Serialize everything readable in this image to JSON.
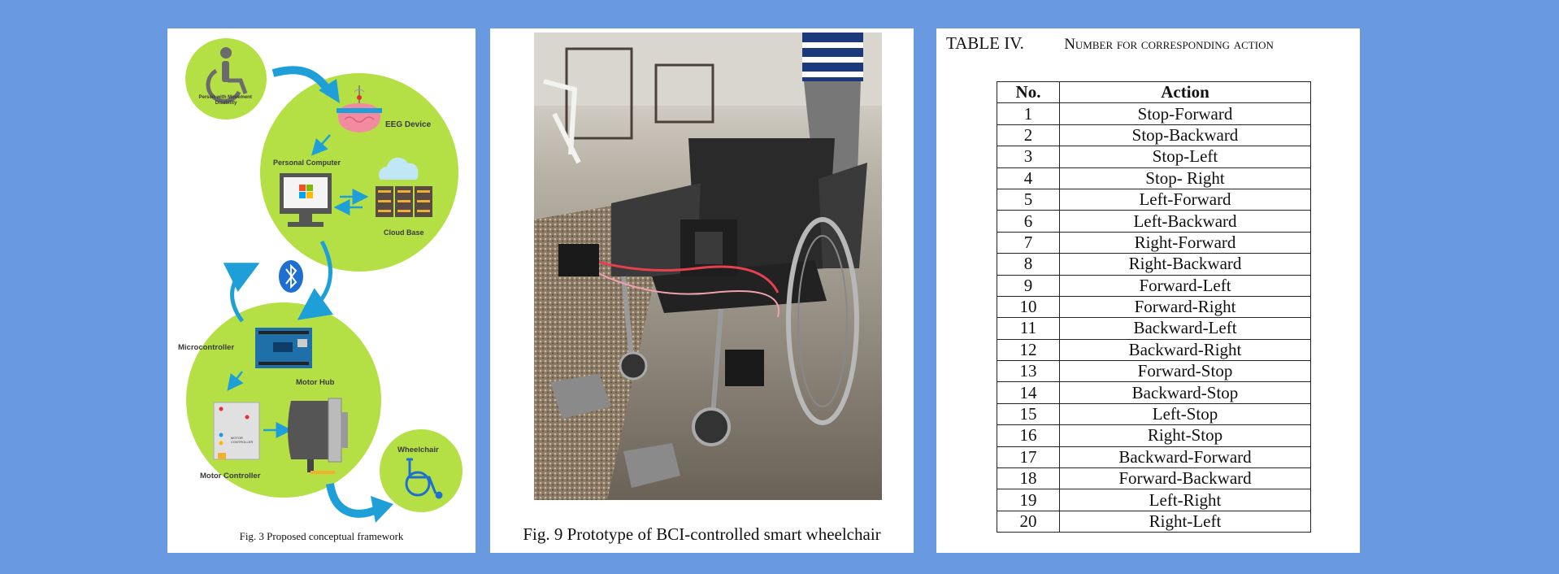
{
  "figure1": {
    "caption": "Fig. 3 Proposed conceptual framework",
    "labels": {
      "person": [
        "Person with Movement",
        "Disability"
      ],
      "eeg": "EEG Device",
      "pc": "Personal Computer",
      "cloud": "Cloud Base",
      "micro": "Microcontroller",
      "hub": "Motor Hub",
      "controller": "Motor Controller",
      "wheelchair": "Wheelchair",
      "controller_box": [
        "MOTOR",
        "CONTROLLER"
      ]
    },
    "colors": {
      "circle": "#b5e045",
      "arrow": "#1f9fd8"
    }
  },
  "figure2": {
    "caption": "Fig. 9 Prototype of BCI-controlled smart wheelchair"
  },
  "table": {
    "title": "TABLE IV.",
    "description": "Number for corresponding action",
    "headers": [
      "No.",
      "Action"
    ],
    "rows": [
      [
        "1",
        "Stop-Forward"
      ],
      [
        "2",
        "Stop-Backward"
      ],
      [
        "3",
        "Stop-Left"
      ],
      [
        "4",
        "Stop- Right"
      ],
      [
        "5",
        "Left-Forward"
      ],
      [
        "6",
        "Left-Backward"
      ],
      [
        "7",
        "Right-Forward"
      ],
      [
        "8",
        "Right-Backward"
      ],
      [
        "9",
        "Forward-Left"
      ],
      [
        "10",
        "Forward-Right"
      ],
      [
        "11",
        "Backward-Left"
      ],
      [
        "12",
        "Backward-Right"
      ],
      [
        "13",
        "Forward-Stop"
      ],
      [
        "14",
        "Backward-Stop"
      ],
      [
        "15",
        "Left-Stop"
      ],
      [
        "16",
        "Right-Stop"
      ],
      [
        "17",
        "Backward-Forward"
      ],
      [
        "18",
        "Forward-Backward"
      ],
      [
        "19",
        "Left-Right"
      ],
      [
        "20",
        "Right-Left"
      ]
    ]
  }
}
